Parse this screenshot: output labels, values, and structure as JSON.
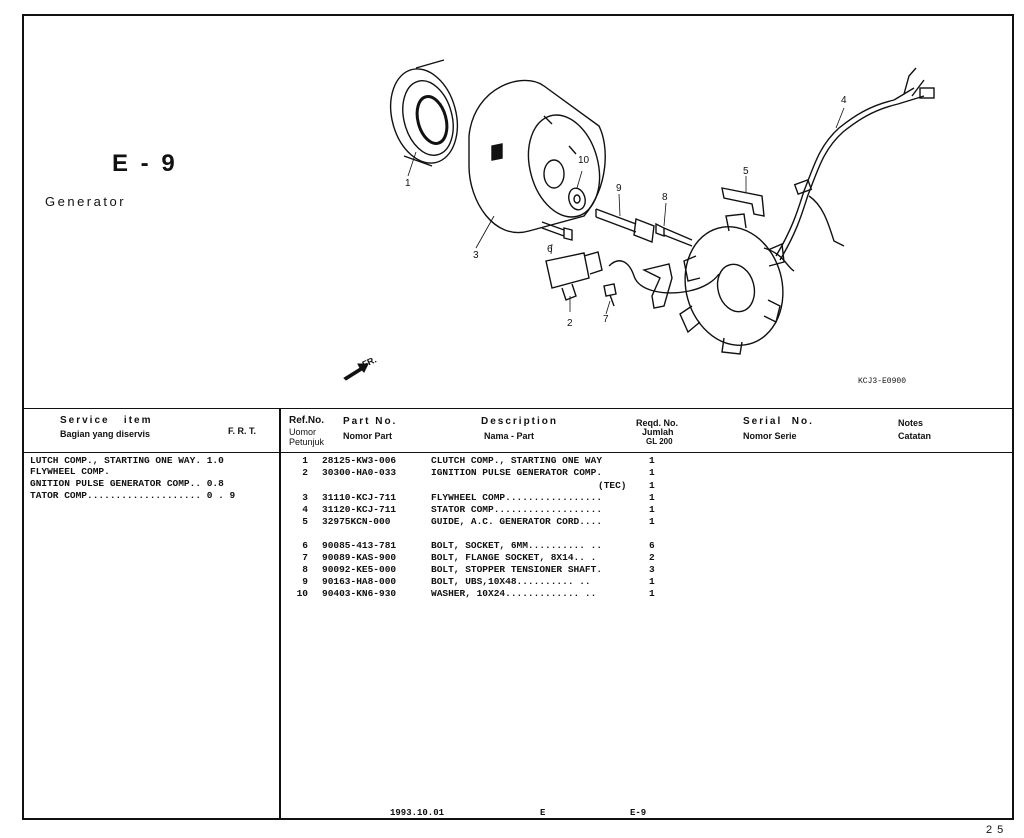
{
  "section": {
    "code": "E - 9",
    "name": "Generator"
  },
  "drawing_code": "KCJ3-E0900",
  "direction_label": "FR.",
  "callouts": [
    "1",
    "2",
    "3",
    "4",
    "5",
    "6",
    "7",
    "8",
    "9",
    "10"
  ],
  "left_header": {
    "service_item": "Service   item",
    "service_item_id": "Bagian yang diservis",
    "frt": "F. R. T."
  },
  "service_items": [
    "LUTCH COMP., STARTING ONE WAY. 1.0",
    "FLYWHEEL COMP.",
    "GNITION PULSE GENERATOR COMP.. 0.8",
    "TATOR COMP.................... 0 . 9"
  ],
  "right_header": {
    "ref_no": "Ref.No.",
    "ref_no_id_1": "Uomor",
    "ref_no_id_2": "Petunjuk",
    "part_no": "Part No.",
    "part_no_id": "Nomor Part",
    "description": "Description",
    "description_id": "Nama - Part",
    "reqd_no": "Reqd. No.",
    "jumlah": "Jumlah",
    "model": "GL 200",
    "serial_no": "Serial  No.",
    "serial_no_id": "Nomor Serie",
    "notes": "Notes",
    "notes_id": "Catatan"
  },
  "parts": [
    {
      "ref": "1",
      "part_no": "28125-KW3-006",
      "desc": "CLUTCH COMP., STARTING ONE WAY",
      "qty": "1"
    },
    {
      "ref": "2",
      "part_no": "30300-HA0-033",
      "desc": "IGNITION PULSE GENERATOR COMP.",
      "qty": "1"
    },
    {
      "ref": "",
      "part_no": "",
      "desc": "(TEC)",
      "qty": "1"
    },
    {
      "ref": "3",
      "part_no": "31110-KCJ-711",
      "desc": "FLYWHEEL COMP.................",
      "qty": "1"
    },
    {
      "ref": "4",
      "part_no": "31120-KCJ-711",
      "desc": "STATOR COMP...................",
      "qty": "1"
    },
    {
      "ref": "5",
      "part_no": "32975KCN-000",
      "desc": "GUIDE, A.C. GENERATOR CORD....",
      "qty": "1"
    },
    {
      "ref": "6",
      "part_no": "90085-413-781",
      "desc": "BOLT, SOCKET, 6MM.......... ..",
      "qty": "6"
    },
    {
      "ref": "7",
      "part_no": "90089-KAS-900",
      "desc": "BOLT, FLANGE SOCKET, 8X14.. .",
      "qty": "2"
    },
    {
      "ref": "8",
      "part_no": "90092-KE5-000",
      "desc": "BOLT, STOPPER TENSIONER SHAFT.",
      "qty": "3"
    },
    {
      "ref": "9",
      "part_no": "90163-HA8-000",
      "desc": "BOLT, UBS,10X48.......... ..",
      "qty": "1"
    },
    {
      "ref": "10",
      "part_no": "90403-KN6-930",
      "desc": "WASHER, 10X24............. ..",
      "qty": "1"
    }
  ],
  "footer": {
    "date": "1993.10.01",
    "letter": "E",
    "section": "E-9"
  },
  "page_number": "2 5"
}
